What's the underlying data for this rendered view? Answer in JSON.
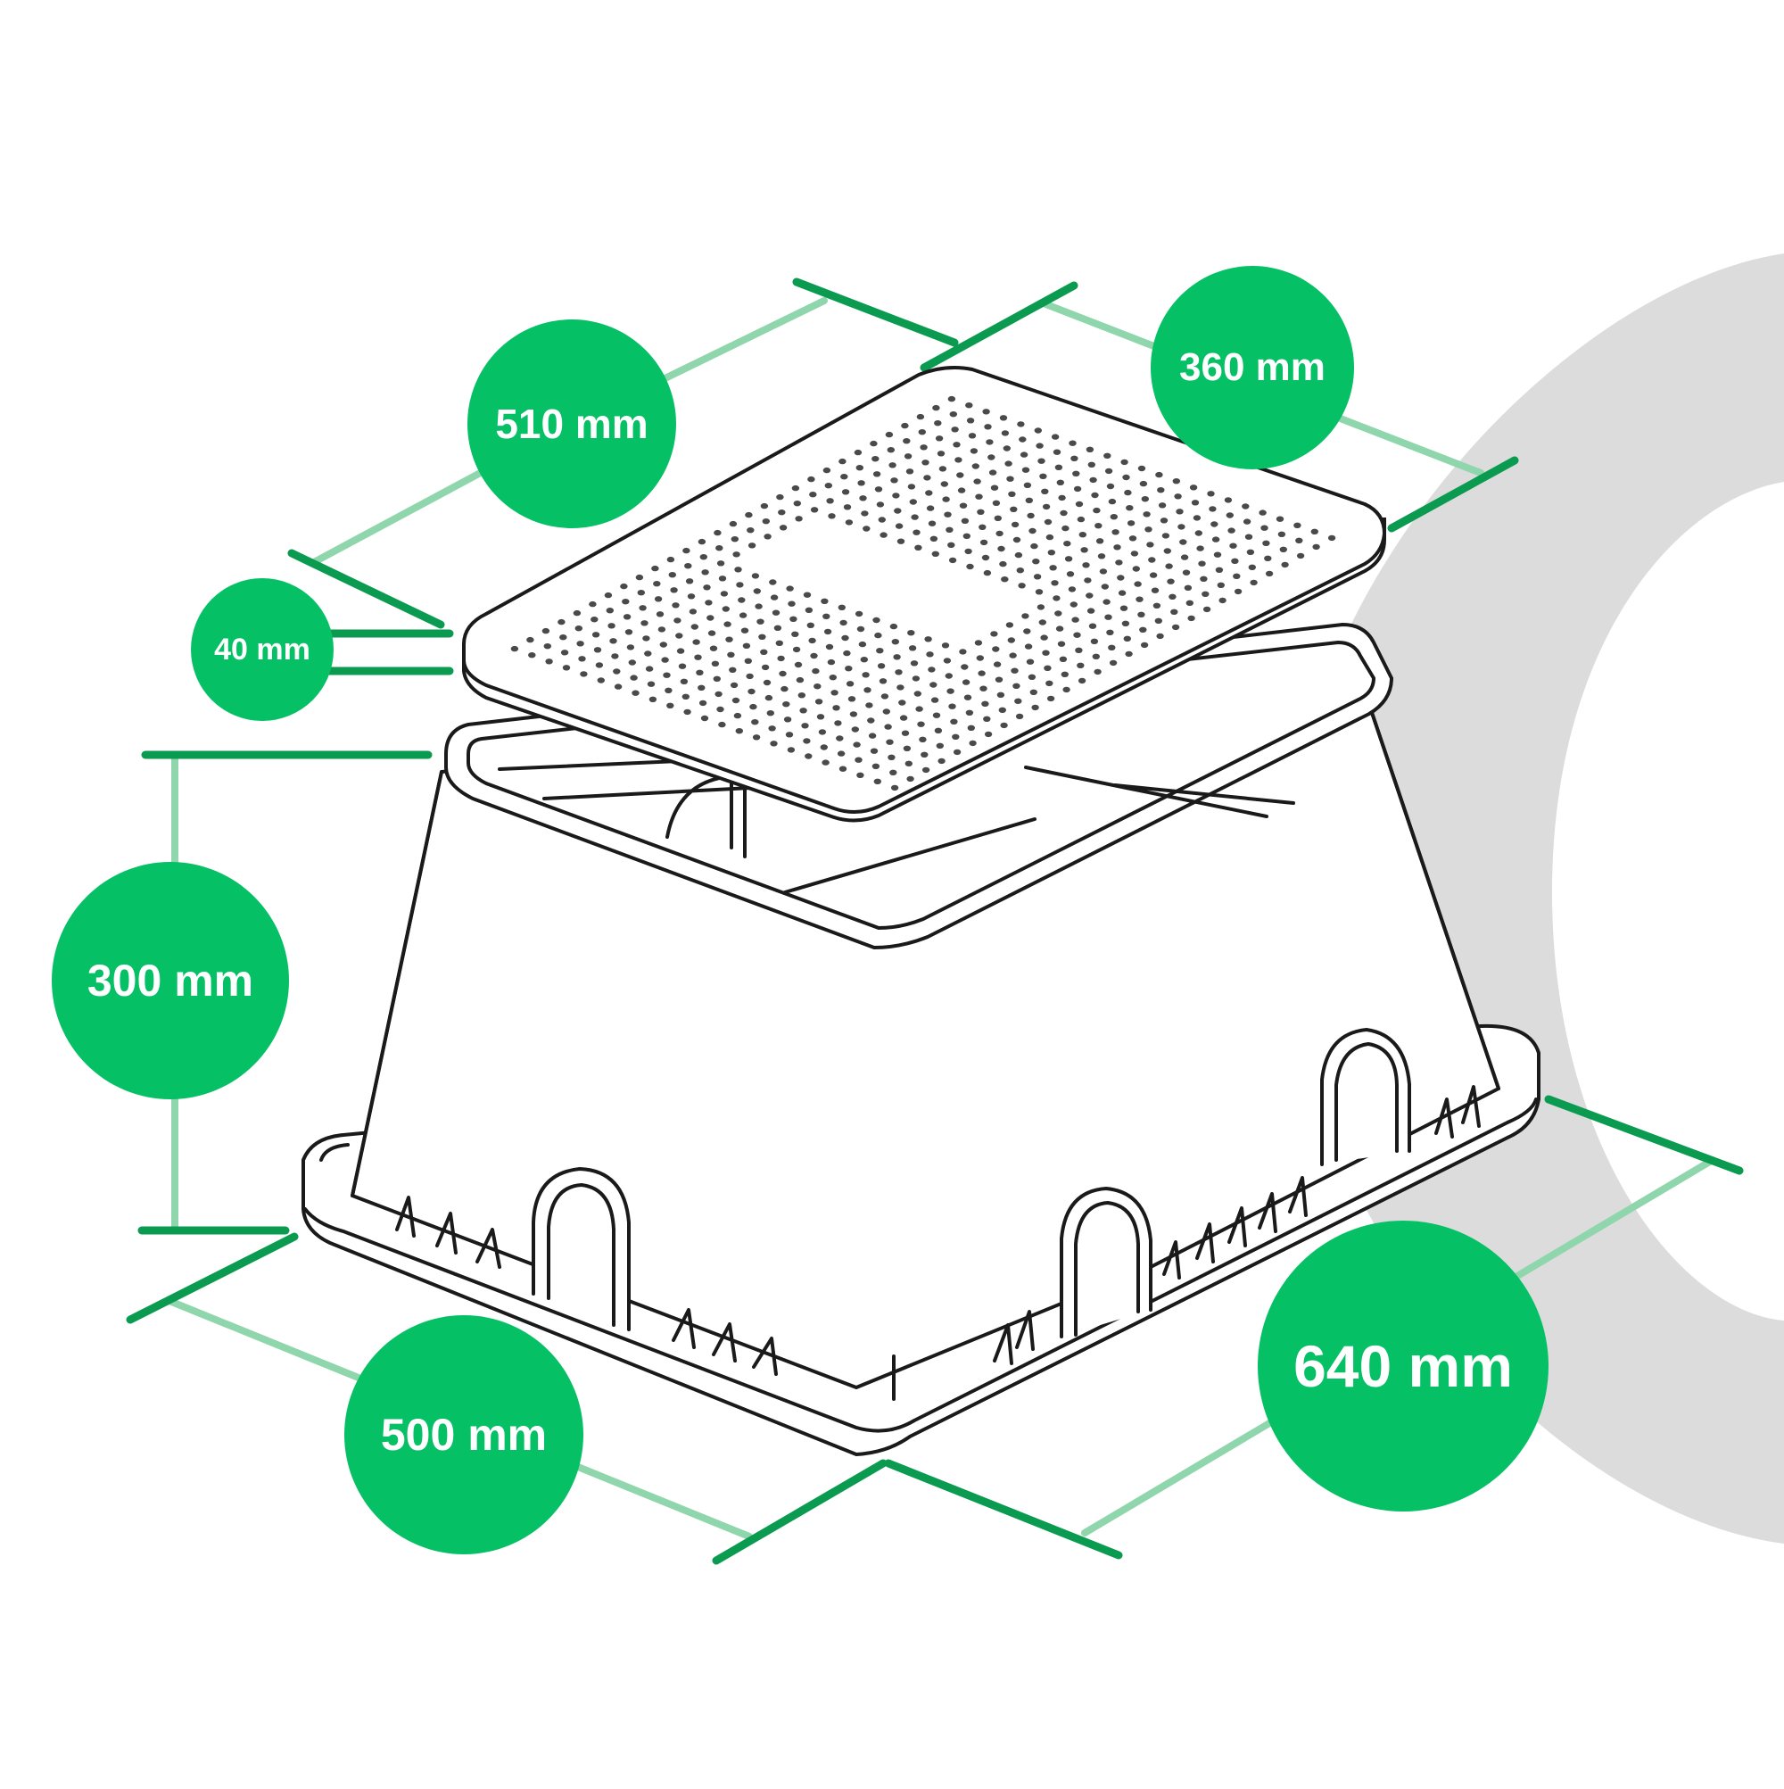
{
  "dimensions": {
    "lid_length": "510 mm",
    "lid_width": "360 mm",
    "lid_thickness": "40 mm",
    "box_height": "300 mm",
    "base_width": "500 mm",
    "base_length": "640 mm"
  },
  "colors": {
    "accent": "#06c065",
    "dimension_line_light": "#8fd6ad",
    "dimension_line_dark": "#0a9a50",
    "outline": "#1a1a1a",
    "background_arc": "#dcdcdc"
  }
}
